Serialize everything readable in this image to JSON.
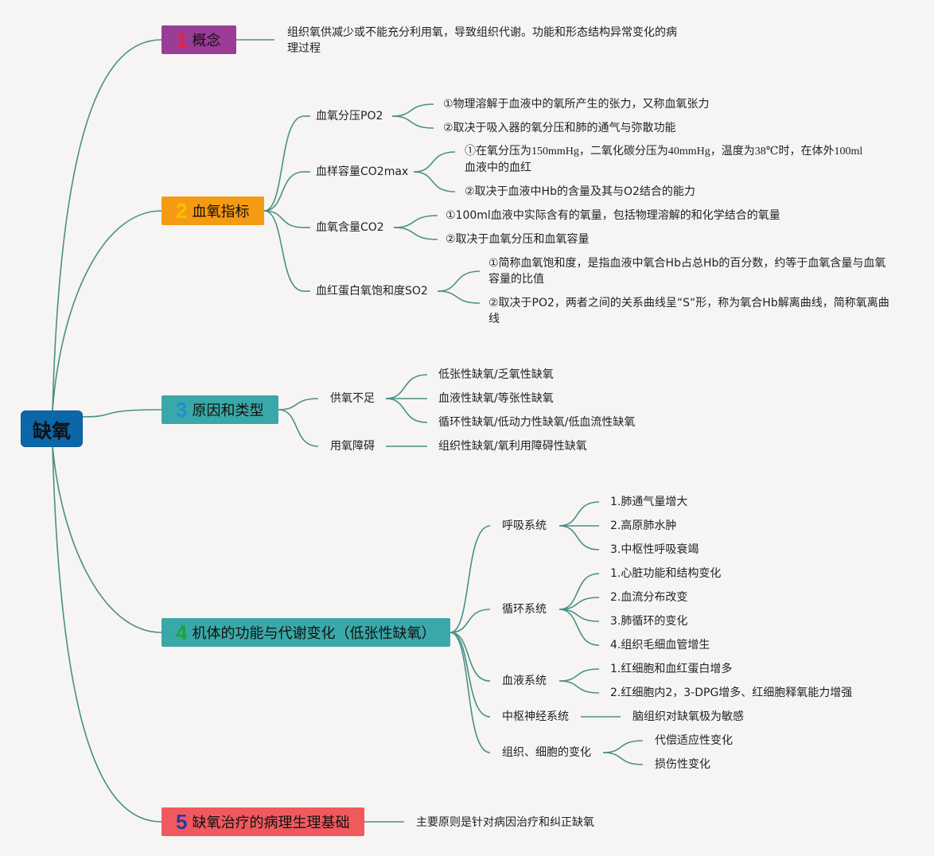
{
  "root": "缺氧",
  "topics": {
    "t1": {
      "num": "1",
      "label": "概念",
      "color": "#9b3c97",
      "num_color": "#e5213f",
      "desc_line1": "组织氧供减少或不能充分利用氧，导致组织代谢。功能和形态结构异常变化的病",
      "desc_line2": "理过程"
    },
    "t2": {
      "num": "2",
      "label": "血氧指标",
      "color": "#f59b13",
      "num_color": "#f7c200",
      "items": [
        {
          "label": "血氧分压PO2",
          "leaves": [
            "①物理溶解于血液中的氧所产生的张力，又称血氧张力",
            "②取决于吸入器的氧分压和肺的通气与弥散功能"
          ]
        },
        {
          "label": "血样容量CO2max",
          "leaves": [
            "①在氧分压为150mmHg，二氧化碳分压为40mmHg，温度为38℃时，在体外100ml",
            "血液中的血红",
            "②取决于血液中Hb的含量及其与O2结合的能力"
          ]
        },
        {
          "label": "血氧含量CO2",
          "leaves": [
            "①100ml血液中实际含有的氧量，包括物理溶解的和化学结合的氧量",
            "②取决于血氧分压和血氧容量"
          ]
        },
        {
          "label": "血红蛋白氧饱和度SO2",
          "leaves": [
            "①简称血氧饱和度，是指血液中氧合Hb占总Hb的百分数，约等于血氧含量与血氧",
            "容量的比值",
            "②取决于PO2，两者之间的关系曲线呈“S“形，称为氧合Hb解离曲线，简称氧离曲",
            "线"
          ]
        }
      ]
    },
    "t3": {
      "num": "3",
      "label": "原因和类型",
      "color": "#3aa8a8",
      "num_color": "#1e90d0",
      "items": [
        {
          "label": "供氧不足",
          "leaves": [
            "低张性缺氧/乏氧性缺氧",
            "血液性缺氧/等张性缺氧",
            "循环性缺氧/低动力性缺氧/低血流性缺氧"
          ]
        },
        {
          "label": "用氧障碍",
          "leaves": [
            "组织性缺氧/氧利用障碍性缺氧"
          ]
        }
      ]
    },
    "t4": {
      "num": "4",
      "label": "机体的功能与代谢变化（低张性缺氧）",
      "color": "#3aa8a8",
      "num_color": "#1aa33a",
      "items": [
        {
          "label": "呼吸系统",
          "leaves": [
            "1.肺通气量增大",
            "2.高原肺水肿",
            "3.中枢性呼吸衰竭"
          ]
        },
        {
          "label": "循环系统",
          "leaves": [
            "1.心脏功能和结构变化",
            "2.血流分布改变",
            "3.肺循环的变化",
            "4.组织毛细血管增生"
          ]
        },
        {
          "label": "血液系统",
          "leaves": [
            "1.红细胞和血红蛋白增多",
            "2.红细胞内2，3-DPG增多、红细胞释氧能力增强"
          ]
        },
        {
          "label": "中枢神经系统",
          "leaves": [
            "脑组织对缺氧极为敏感"
          ]
        },
        {
          "label": "组织、细胞的变化",
          "leaves": [
            "代偿适应性变化",
            "损伤性变化"
          ]
        }
      ]
    },
    "t5": {
      "num": "5",
      "label": "缺氧治疗的病理生理基础",
      "color": "#f05a5f",
      "num_color": "#2b3a9e",
      "desc": "主要原则是针对病因治疗和纠正缺氧"
    }
  },
  "colors": {
    "link": "#4b8f85",
    "root": "#0b67a8",
    "background": "#f6f5f4"
  }
}
